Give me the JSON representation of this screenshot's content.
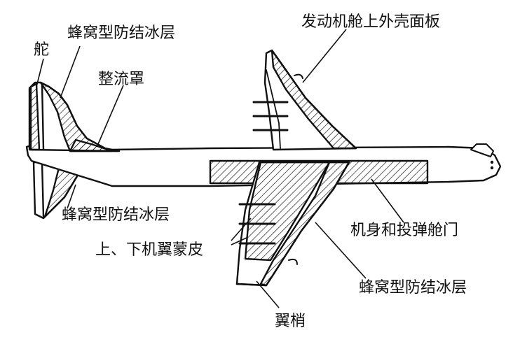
{
  "labels": {
    "rudder": "舵",
    "honeycomb_tail_top": "蜂窝型防结冰层",
    "fairing": "整流罩",
    "nacelle_panel": "发动机舱上外壳面板",
    "honeycomb_tail_bottom": "蜂窝型防结冰层",
    "wing_skin": "上、下机翼蒙皮",
    "fuselage_bomb_door": "机身和投弹舱门",
    "honeycomb_wing": "蜂窝型防结冰层",
    "wingtip": "翼梢"
  },
  "colors": {
    "ink": "#111111",
    "hatch": "#1a1a1a",
    "background": "#ffffff"
  }
}
